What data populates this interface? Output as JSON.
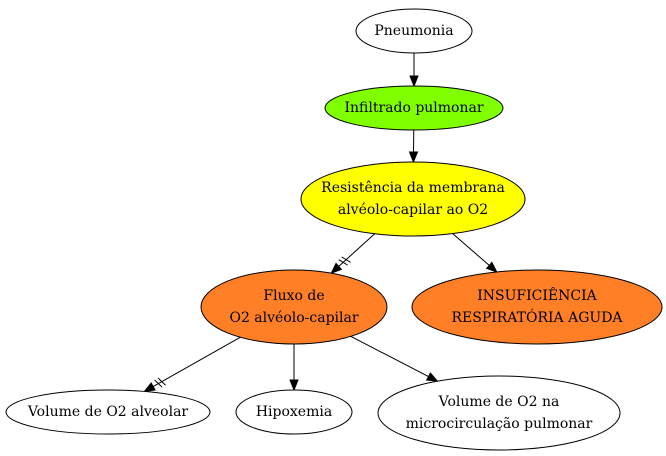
{
  "nodes": [
    {
      "id": "pneumonia",
      "lines": [
        "Pneumonia"
      ],
      "fill": "#ffffff"
    },
    {
      "id": "infiltrado",
      "lines": [
        "Infiltrado pulmonar"
      ],
      "fill": "#7fff00"
    },
    {
      "id": "resistencia",
      "lines": [
        "Resistência da membrana",
        "alvéolo-capilar ao O2"
      ],
      "fill": "#ffff00"
    },
    {
      "id": "fluxo",
      "lines": [
        "Fluxo de",
        "O2 alvéolo-capilar"
      ],
      "fill": "#ff7f27"
    },
    {
      "id": "insuficiencia",
      "lines": [
        "INSUFICIÊNCIA",
        "RESPIRATÓRIA AGUDA"
      ],
      "fill": "#ff7f27"
    },
    {
      "id": "volume-alveolar",
      "lines": [
        "Volume de O2 alveolar"
      ],
      "fill": "#ffffff"
    },
    {
      "id": "hipoxemia",
      "lines": [
        "Hipoxemia"
      ],
      "fill": "#ffffff"
    },
    {
      "id": "volume-microcirculacao",
      "lines": [
        "Volume de O2 na",
        "microcirculação pulmonar"
      ],
      "fill": "#ffffff"
    }
  ],
  "edges": [
    {
      "from": "pneumonia",
      "to": "infiltrado",
      "inverse": false
    },
    {
      "from": "infiltrado",
      "to": "resistencia",
      "inverse": false
    },
    {
      "from": "resistencia",
      "to": "fluxo",
      "inverse": true
    },
    {
      "from": "resistencia",
      "to": "insuficiencia",
      "inverse": false
    },
    {
      "from": "fluxo",
      "to": "volume-alveolar",
      "inverse": true
    },
    {
      "from": "fluxo",
      "to": "hipoxemia",
      "inverse": false
    },
    {
      "from": "fluxo",
      "to": "volume-microcirculacao",
      "inverse": false
    }
  ]
}
